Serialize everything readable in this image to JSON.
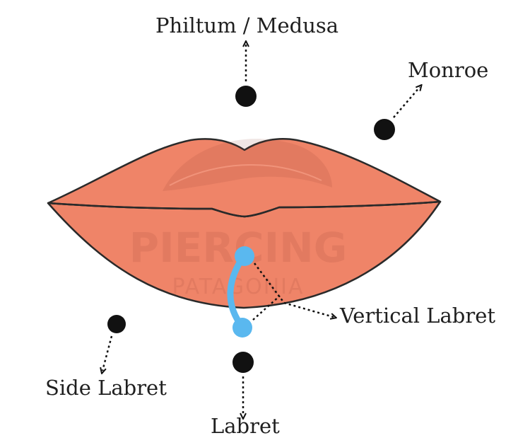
{
  "diagram": {
    "labels": {
      "philtrum": "Philtum / Medusa",
      "monroe": "Monroe",
      "vertical_labret": "Vertical Labret",
      "side_labret": "Side Labret",
      "labret": "Labret"
    },
    "watermark": {
      "line1": "PIERCING",
      "line2": "PATAGONIA"
    },
    "colors": {
      "lips": "#ef8468",
      "outline": "#2a2a2a",
      "dot": "#111111",
      "jewelry": "#5ab8ef",
      "text": "#1f1f1f"
    }
  }
}
